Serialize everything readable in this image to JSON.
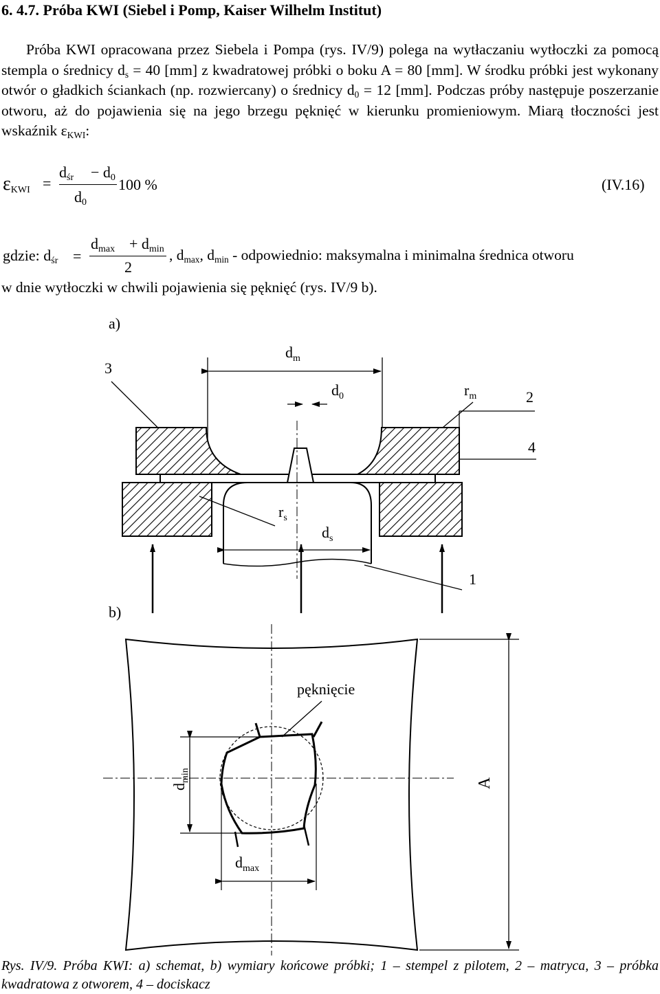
{
  "heading": "6. 4.7. Próba KWI (Siebel i Pomp, Kaiser Wilhelm Institut)",
  "paragraph1": {
    "p1": "Próba KWI opracowana przez Siebela i Pompa (rys. IV/9) polega na wytłaczaniu wytłoczki za pomocą stempla o średnicy d",
    "sub1": "s",
    "p2": " = 40 [mm] z kwadratowej próbki o boku A = 80 [mm]. W środku próbki jest wykonany otwór o gładkich ściankach (np. rozwiercany) o średnicy d",
    "sub2": "0",
    "p3": " = 12 [mm]. Podczas próby następuje poszerzanie otworu, aż do pojawienia się na jego brzegu pęknięć w kierunku promieniowym. Miarą tłoczności jest wskaźnik ε",
    "sub3": "KWI",
    "p4": ":"
  },
  "equation1": {
    "lhs": "ε",
    "lhs_sub": "KWI",
    "eq": "=",
    "num_d": "d",
    "num_sub": "śr",
    "num_minus": "− d",
    "num_sub2": "0",
    "den_d": "d",
    "den_sub": "0",
    "factor": "100 %",
    "number": "(IV.16)"
  },
  "equation2": {
    "prefix": "gdzie: d",
    "prefix_sub": "śr",
    "eq": "=",
    "num_d1": "d",
    "num_sub1": "max",
    "num_plus": "+ d",
    "num_sub2": "min",
    "den": "2",
    "t1": ", d",
    "s1": "max",
    "t2": ", d",
    "s2": "min",
    "t3": " - odpowiednio: maksymalna i minimalna średnica otworu"
  },
  "line_after": "w dnie wytłoczki w chwili pojawienia się pęknięć (rys. IV/9 b).",
  "figure": {
    "label_a": "a)",
    "label_b": "b)",
    "n3": "3",
    "n2": "2",
    "n4": "4",
    "n1": "1",
    "dm": "d",
    "dm_sub": "m",
    "d0": "d",
    "d0_sub": "0",
    "rm": "r",
    "rm_sub": "m",
    "rs": "r",
    "rs_sub": "s",
    "ds": "d",
    "ds_sub": "s",
    "crack": "pęknięcie",
    "dmin": "d",
    "dmin_sub": "min",
    "dmax": "d",
    "dmax_sub": "max",
    "A": "A"
  },
  "caption": "Rys. IV/9. Próba KWI: a) schemat, b) wymiary końcowe próbki; 1 – stempel z pilotem, 2 – matryca, 3 – próbka kwadratowa z otworem, 4 – dociskacz"
}
